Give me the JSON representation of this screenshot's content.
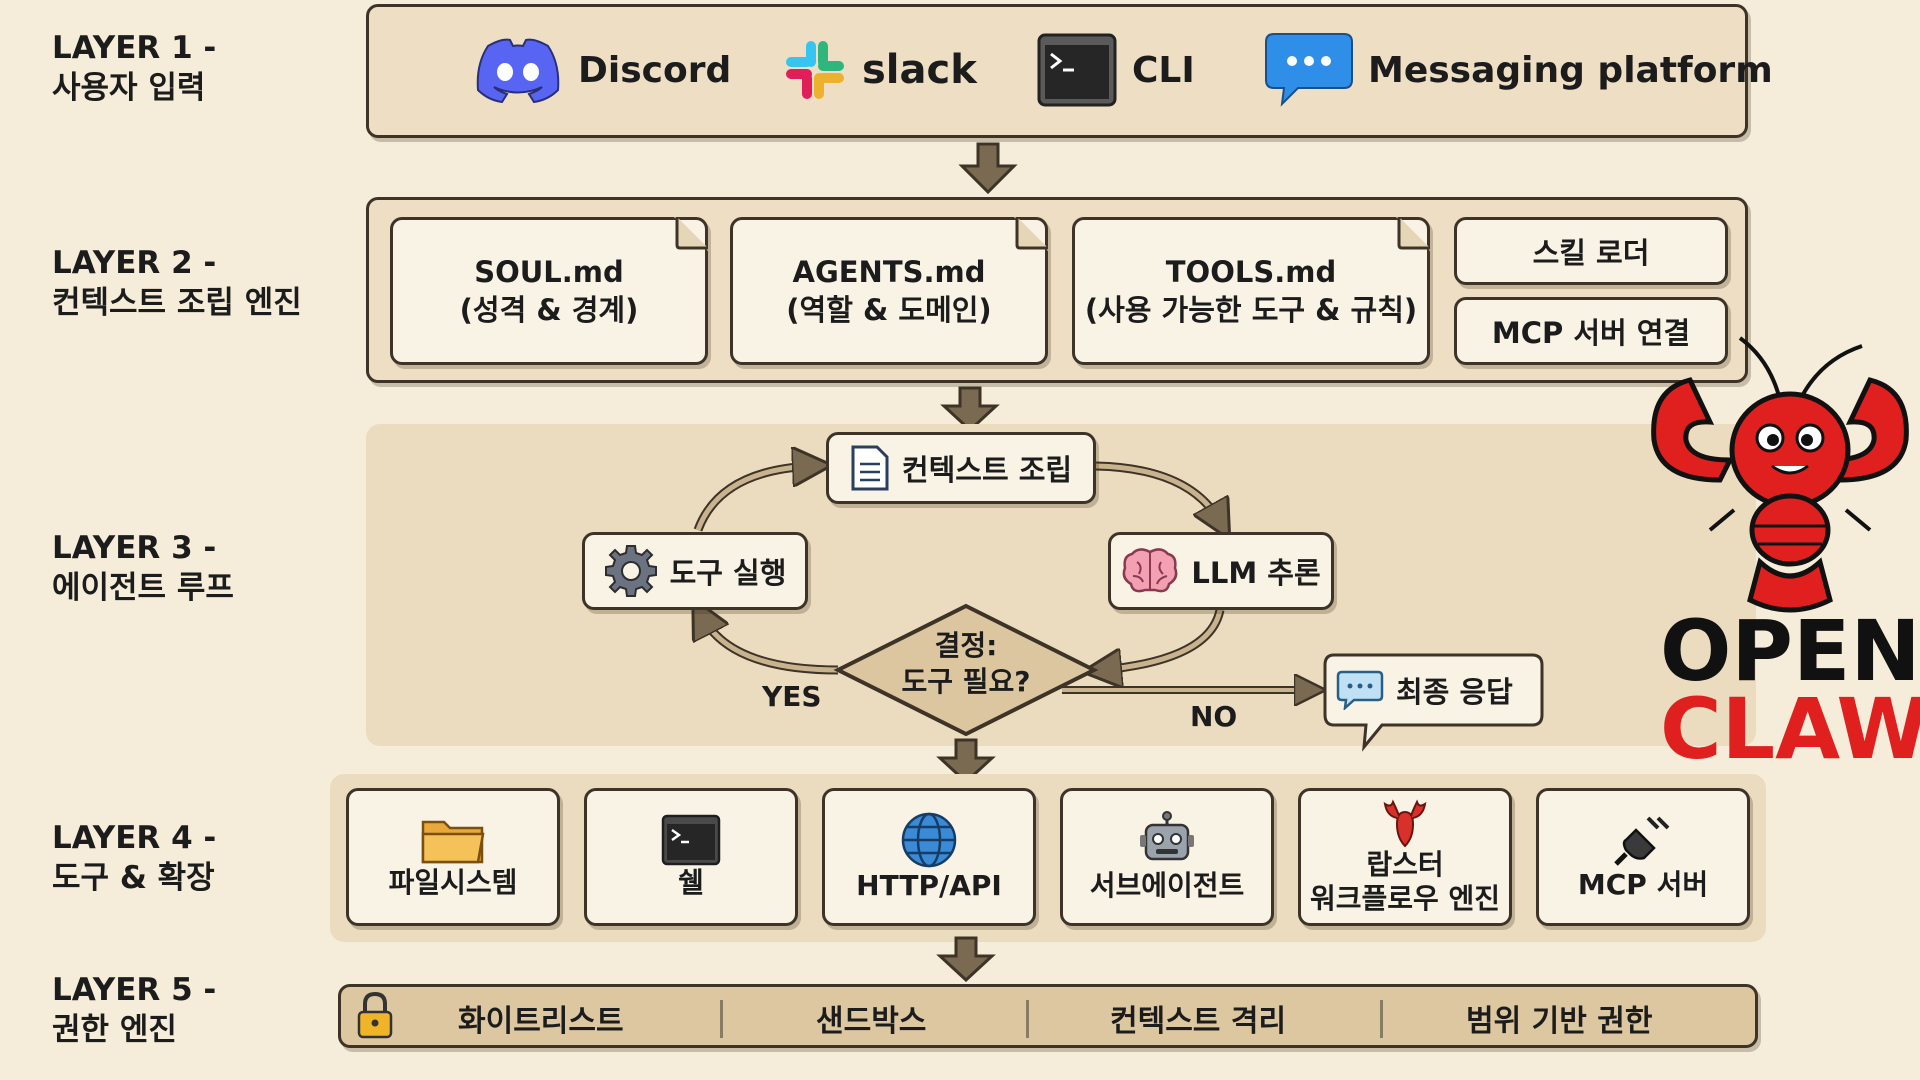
{
  "layers": [
    {
      "id": "1",
      "title": "LAYER 1 -",
      "subtitle": "사용자 입력"
    },
    {
      "id": "2",
      "title": "LAYER 2 -",
      "subtitle": "컨텍스트 조립 엔진"
    },
    {
      "id": "3",
      "title": "LAYER 3 -",
      "subtitle": "에이전트 루프"
    },
    {
      "id": "4",
      "title": "LAYER 4 -",
      "subtitle": "도구 & 확장"
    },
    {
      "id": "5",
      "title": "LAYER 5 -",
      "subtitle": "권한 엔진"
    }
  ],
  "input_platforms": [
    {
      "label": "Discord",
      "icon": "discord-icon",
      "color": "#5865f2"
    },
    {
      "label": "slack",
      "icon": "slack-icon"
    },
    {
      "label": "CLI",
      "icon": "terminal-icon"
    },
    {
      "label": "Messaging platform",
      "icon": "chat-bubble-icon",
      "color": "#2e8ee8"
    }
  ],
  "context_engine": {
    "docs": [
      {
        "name": "SOUL.md",
        "desc": "(성격 & 경계)"
      },
      {
        "name": "AGENTS.md",
        "desc": "(역할 & 도메인)"
      },
      {
        "name": "TOOLS.md",
        "desc": "(사용 가능한 도구 & 규칙)"
      }
    ],
    "skill_loader": "스킬 로더",
    "mcp_connection": "MCP 서버 연결"
  },
  "agent_loop": {
    "context_assembly": "컨텍스트 조립",
    "llm_inference": "LLM 추론",
    "tool_execution": "도구 실행",
    "decision": "결정:",
    "decision_q": "도구 필요?",
    "yes": "YES",
    "no": "NO",
    "final_response": "최종 응답"
  },
  "tools": [
    {
      "label": "파일시스템",
      "icon": "folder-icon"
    },
    {
      "label": "쉘",
      "icon": "terminal-icon"
    },
    {
      "label": "HTTP/API",
      "icon": "globe-icon"
    },
    {
      "label": "서브에이전트",
      "icon": "robot-icon"
    },
    {
      "label": "랍스터",
      "label2": "워크플로우 엔진",
      "icon": "lobster-icon"
    },
    {
      "label": "MCP 서버",
      "icon": "plug-icon"
    }
  ],
  "permissions": [
    "화이트리스트",
    "샌드박스",
    "컨텍스트 격리",
    "범위 기반 권한"
  ],
  "brand": {
    "line1": "OPEN",
    "line2": "CLAW",
    "color1": "#111111",
    "color2": "#e0201f"
  },
  "colors": {
    "background": "#f5ecd9",
    "panel": "#eedfc4",
    "card": "#f9f3e6",
    "border": "#3d3326",
    "arrow": "#7a6a52"
  }
}
